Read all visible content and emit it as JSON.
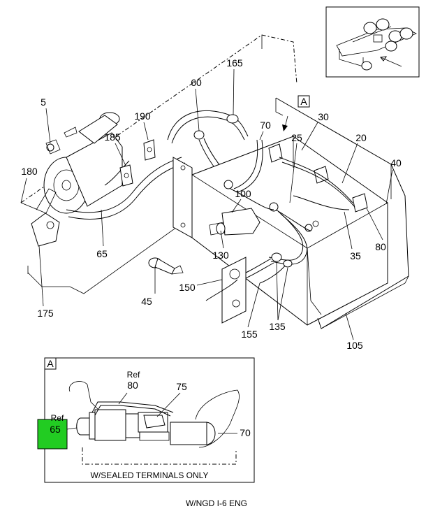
{
  "callouts": {
    "c5": "5",
    "c165": "165",
    "c60": "60",
    "c190": "190",
    "c185": "185",
    "c70": "70",
    "c30": "30",
    "c25": "25",
    "c20": "20",
    "c40": "40",
    "c180": "180",
    "c100": "100",
    "c65": "65",
    "c80": "80",
    "c35": "35",
    "c130": "130",
    "c45": "45",
    "c150": "150",
    "c175": "175",
    "c155": "155",
    "c135": "135",
    "c105": "105"
  },
  "section_label": "A",
  "detail": {
    "label": "A",
    "ref_word_80": "Ref",
    "ref_num_80": "80",
    "c75": "75",
    "ref_word_65": "Ref",
    "ref_num_65": "65",
    "c70": "70",
    "caption": "W/SEALED TERMINALS ONLY",
    "highlight_color": "#22cc22"
  },
  "footer": "W/NGD I-6 ENG"
}
